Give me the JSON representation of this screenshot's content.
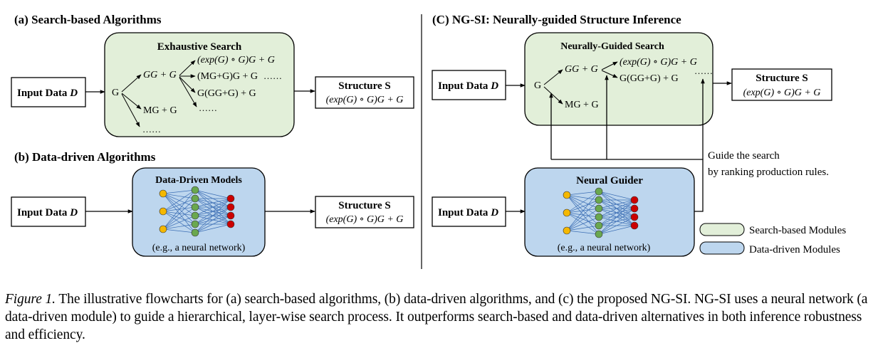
{
  "panel_a": {
    "title": "(a) Search-based Algorithms",
    "input_label": "Input Data",
    "input_var": "D",
    "box_title": "Exhaustive Search",
    "tree": {
      "root": "G",
      "l1a": "GG + G",
      "l1b": "MG + G",
      "l1c": "……",
      "l2a": "(exp(G) ∘ G)G + G",
      "l2b": "(MG+G)G + G",
      "l2b_dots": "……",
      "l2c": "G(GG+G) + G",
      "l2d": "……"
    },
    "structure_title": "Structure S",
    "structure_expr": "(exp(G) ∘ G)G + G"
  },
  "panel_b": {
    "title": "(b) Data-driven Algorithms",
    "input_label": "Input Data",
    "input_var": "D",
    "box_title": "Data-Driven Models",
    "box_note": "(e.g., a neural network)",
    "structure_title": "Structure S",
    "structure_expr": "(exp(G) ∘ G)G + G"
  },
  "panel_c": {
    "title": "(C) NG-SI: Neurally-guided Structure Inference",
    "search_title": "Neurally-Guided Search",
    "tree": {
      "root": "G",
      "l1a": "GG + G",
      "l1b": "MG + G",
      "l2a": "(exp(G) ∘ G)G + G",
      "l2b": "G(GG+G) + G",
      "l2c": "……"
    },
    "structure_title": "Structure S",
    "structure_expr": "(exp(G) ∘ G)G + G",
    "guide_line1": "Guide the search",
    "guide_line2": "by ranking production rules.",
    "input_label": "Input Data",
    "input_var": "D",
    "guider_title": "Neural Guider",
    "guider_note": "(e.g., a neural network)"
  },
  "legend": {
    "search": "Search-based Modules",
    "data": "Data-driven Modules"
  },
  "colors": {
    "search_module": "#e2efd9",
    "data_module": "#bdd6ee",
    "neuron_input": "#f5b800",
    "neuron_hidden": "#6aa84f",
    "neuron_output": "#cc0000",
    "net_edge": "#3d6fb5"
  },
  "caption": {
    "label": "Figure 1.",
    "text": " The illustrative flowcharts for (a) search-based algorithms, (b) data-driven algorithms, and (c) the proposed NG-SI. NG-SI uses a neural network (a data-driven module) to guide a hierarchical, layer-wise search process. It outperforms search-based and data-driven alternatives in both inference robustness and efficiency."
  }
}
